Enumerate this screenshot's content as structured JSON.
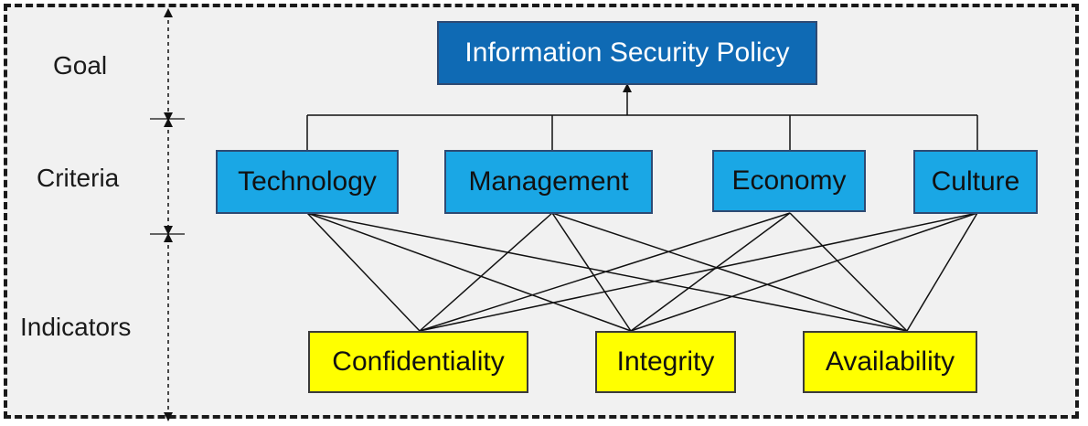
{
  "levels": {
    "goal": "Goal",
    "criteria": "Criteria",
    "indicators": "Indicators"
  },
  "goal": {
    "label": "Information Security Policy"
  },
  "criteria": [
    {
      "label": "Technology"
    },
    {
      "label": "Management"
    },
    {
      "label": "Economy"
    },
    {
      "label": "Culture"
    }
  ],
  "indicators": [
    {
      "label": "Confidentiality"
    },
    {
      "label": "Integrity"
    },
    {
      "label": "Availability"
    }
  ],
  "colors": {
    "goal_fill": "#0f6ab4",
    "criteria_fill": "#1aa7e5",
    "indicator_fill": "#ffff00",
    "frame_border": "#1a1a1a"
  }
}
